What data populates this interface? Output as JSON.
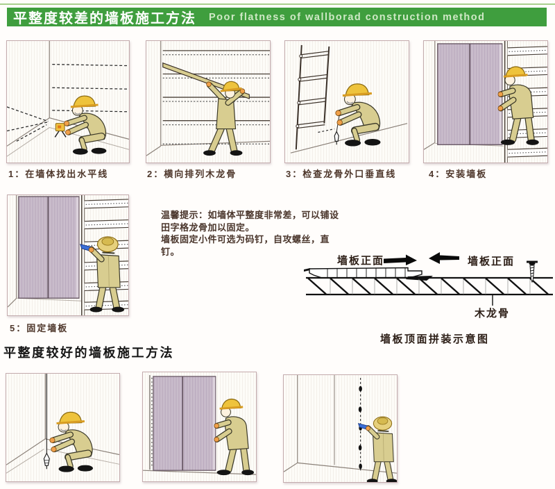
{
  "header": {
    "title_zh": "平整度较差的墙板施工方法",
    "title_en": "Poor flatness of wallborad construction method"
  },
  "captions": {
    "step1": "1：在墙体找出水平线",
    "step2": "2：横向排列木龙骨",
    "step3": "3：检查龙骨外口垂直线",
    "step4": "4：安装墙板",
    "step5": "5：固定墙板"
  },
  "tip": {
    "line1": "温馨提示：如墙体平整度非常差，可以铺设",
    "line2": "田字格龙骨加以固定。",
    "line3": "墙板固定小件可选为码钉，自攻螺丝，直钉。"
  },
  "diagram": {
    "label_left": "墙板正面",
    "label_right": "墙板正面",
    "keel_label": "木龙骨",
    "caption": "墙板顶面拼装示意图"
  },
  "section2_title": "平整度较好的墙板施工方法",
  "colors": {
    "banner_green": "#3f9e3e",
    "accent_green": "#a9d08d",
    "banner_text_en": "#cfe9c6",
    "wallboard_mauve": "#c9bccb",
    "worker_khaki": "#d8cd90",
    "hat_yellow": "#eec33c",
    "glove_orange": "#f0a04a",
    "drill_blue": "#3a6fd8",
    "caption_brown": "#4e372b"
  }
}
